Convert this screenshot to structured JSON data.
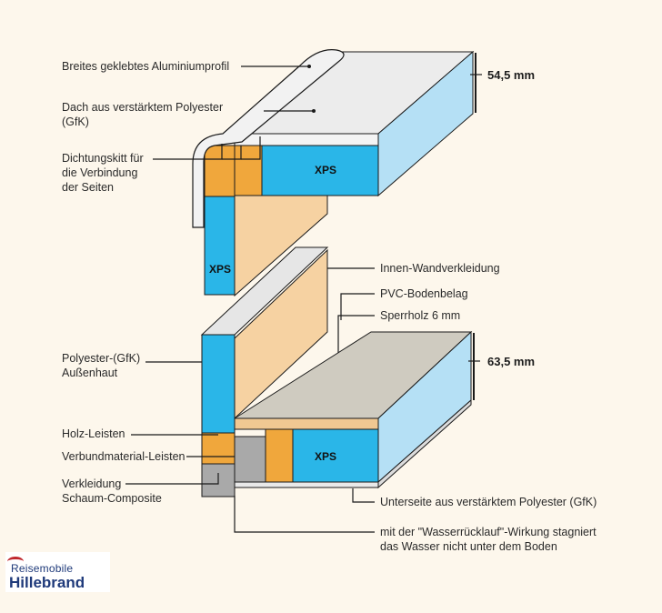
{
  "labels": {
    "aluminium_profile": "Breites geklebtes Aluminiumprofil",
    "roof_line1": "Dach aus verstärktem Polyester",
    "roof_line2": "(GfK)",
    "sealant_line1": "Dichtungskitt für",
    "sealant_line2": "die Verbindung",
    "sealant_line3": "der Seiten",
    "inner_wall": "Innen-Wandverkleidung",
    "pvc_floor": "PVC-Bodenbelag",
    "plywood": "Sperrholz 6 mm",
    "outer_skin_line1": "Polyester-(GfK)",
    "outer_skin_line2": "Außenhaut",
    "wood_strips": "Holz-Leisten",
    "composite_strips": "Verbundmaterial-Leisten",
    "cladding_line1": "Verkleidung",
    "cladding_line2": "Schaum-Composite",
    "underside": "Unterseite aus verstärktem Polyester (GfK)",
    "water_line1": "mit der \"Wasserrücklauf\"-Wirkung stagniert",
    "water_line2": "das Wasser nicht unter dem Boden"
  },
  "dimensions": {
    "roof_thickness": "54,5 mm",
    "floor_thickness": "63,5 mm"
  },
  "materials": {
    "xps": "XPS"
  },
  "logo": {
    "top": "Reisemobile",
    "main": "Hillebrand"
  },
  "colors": {
    "background": "#fdf7ec",
    "xps_blue": "#2ab6e8",
    "xps_light": "#a9dcf4",
    "wood_orange": "#f0a73c",
    "inner_wall": "#f6d2a2",
    "roof_top": "#eeeeee",
    "floor_top": "#cfcbc0",
    "composite_gray": "#a9a9a9",
    "logo_blue": "#1f3a7a",
    "logo_red": "#c0272d"
  }
}
